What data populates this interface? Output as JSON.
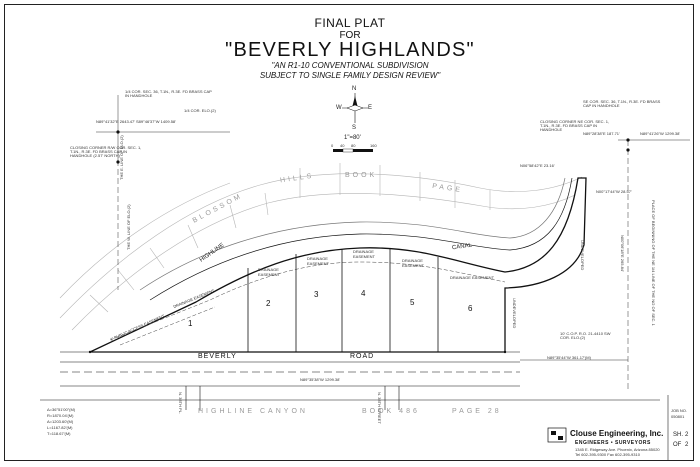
{
  "title": {
    "line1": "FINAL PLAT",
    "line2": "FOR",
    "line3": "\"BEVERLY HIGHLANDS\"",
    "subtitle1": "\"AN R1-10 CONVENTIONAL SUBDIVISION",
    "subtitle2": "SUBJECT TO SINGLE FAMILY DESIGN REVIEW\""
  },
  "north_arrow": {
    "n": "N",
    "s": "S",
    "e": "E",
    "w": "W",
    "scale": "1\"=80'",
    "scale_ticks": [
      "0",
      "40",
      "80",
      "160"
    ]
  },
  "lots": [
    "1",
    "2",
    "3",
    "4",
    "5",
    "6"
  ],
  "easements": {
    "drainage": "DRAINAGE EASEMENT",
    "drainage_stack1": "DRAINAGE",
    "drainage_stack2": "EASEMENT",
    "public_access": "1' PUBLIC ACCESS EASEMENT"
  },
  "roads": {
    "beverly": "BEVERLY",
    "road": "ROAD",
    "highline": "HIGHLINE",
    "canal": "CANAL",
    "blossom": "BLOSSOM",
    "hills": "HILLS",
    "book": "BOOK",
    "page": "PAGE",
    "bottom_canyon": "HIGHLINE   CANYON",
    "bottom_book": "BOOK  486",
    "bottom_page": "PAGE  28"
  },
  "streets": {
    "left": "N. 38TH PL.",
    "right": "N. 38TH STREET"
  },
  "notes": {
    "top_left_corner": "1/4 COR. SEC. 36, T.1N., R.3E. FD BRASS CAP IN HANDHOLE",
    "top_left_bearing": "N89°41'32\"E 2643.47'",
    "top_left_bearing2": "S89°46'37\"W 1409.58'",
    "top_left_quarter": "1/4 COR. ELO.(2)",
    "top_left_closing": "CLOSING CORNER R/W COR. SEC. 1, T.1N., R.3E. FD BRASS CAP IN HANDHOLE (2.57' NORTH)",
    "top_right_sec": "SE COR. SEC. 36, T.1N., R.3E. FD BRASS CAP IN HANDHOLE",
    "top_right_closing": "CLOSING CORNER NE COR. SEC. 1, T.1N., R.3E. FD BRASS CAP IN HANDHOLE",
    "top_right_bearing": "N89°28'38\"E 187.71'",
    "top_right_bearing2": "N89°41'26\"W 1299.38'",
    "right_pob": "N06°58'42\"E 23.16'",
    "right_p1": "N00°17'44\"W 28.57'",
    "left_line1": "THE E. LINE OF ELO.(2)",
    "left_line2": "THE W. LINE OF ELO.(2)",
    "right_side_note": "PLACE OF BEGINNING OF THE NE 1/4 LINE OF THE N/2 OF SEC. 1",
    "right_vert": "N00°06'18\"E 265.84'",
    "undeveloped1": "UNDEVELOPED",
    "undeveloped2": "UNDEVELOPED",
    "sw_cor": "10' C.O.P. R.O. 21-4410 SW COR. ELO.(2)",
    "bottom_right_bearing": "N89°35'44\"W 361.17'(M)",
    "bottom_center": "N89°35'38\"W 1299.38'",
    "curve_table": [
      "Δ=36°51'00\"(M)",
      "R=1870.04'(M)",
      "A=1203.60'(M)",
      "L=1167.82'(M)",
      "T=118.67'(M)"
    ]
  },
  "company": {
    "name": "Clouse Engineering, Inc.",
    "sub": "ENGINEERS • SURVEYORS",
    "addr": "1345 E. Ridgeway Ave. Phoenix, Arizona 85020",
    "tel": "Tel 602-395-9300 Fax 602-395-9310",
    "job_label": "JOB NO.",
    "job": "050801",
    "sheet_label": "SH.",
    "sheet": "2",
    "of_label": "OF",
    "of": "2"
  },
  "colors": {
    "ink": "#111111",
    "gray": "#9a9a9a",
    "border": "#222222"
  }
}
